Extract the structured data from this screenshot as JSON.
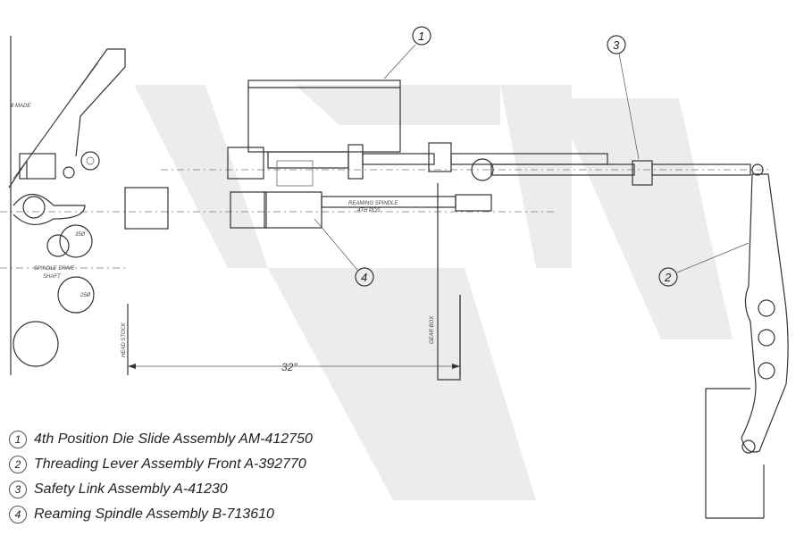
{
  "diagram": {
    "callouts": [
      {
        "id": "callout-1",
        "number": "1"
      },
      {
        "id": "callout-2",
        "number": "2"
      },
      {
        "id": "callout-3",
        "number": "3"
      },
      {
        "id": "callout-4",
        "number": "4"
      }
    ],
    "labels": {
      "reaming_spindle": "REAMING SPINDLE",
      "position": "4TH POS.",
      "spindle_drive_shaft_line1": "SPINDLE DRIVE",
      "spindle_drive_shaft_line2": "SHAFT",
      "head_stock": "HEAD STOCK",
      "gear_box": "GEAR BOX",
      "dimension": "32\"",
      "gear_a": "35Ø",
      "gear_b": "25Ø",
      "top_left_mark": "8 MADE"
    }
  },
  "legend": [
    {
      "number": "1",
      "text": "4th Position Die Slide Assembly AM-412750"
    },
    {
      "number": "2",
      "text": "Threading Lever Assembly Front A-392770"
    },
    {
      "number": "3",
      "text": "Safety Link Assembly A-41230"
    },
    {
      "number": "4",
      "text": "Reaming Spindle Assembly B-713610"
    }
  ]
}
